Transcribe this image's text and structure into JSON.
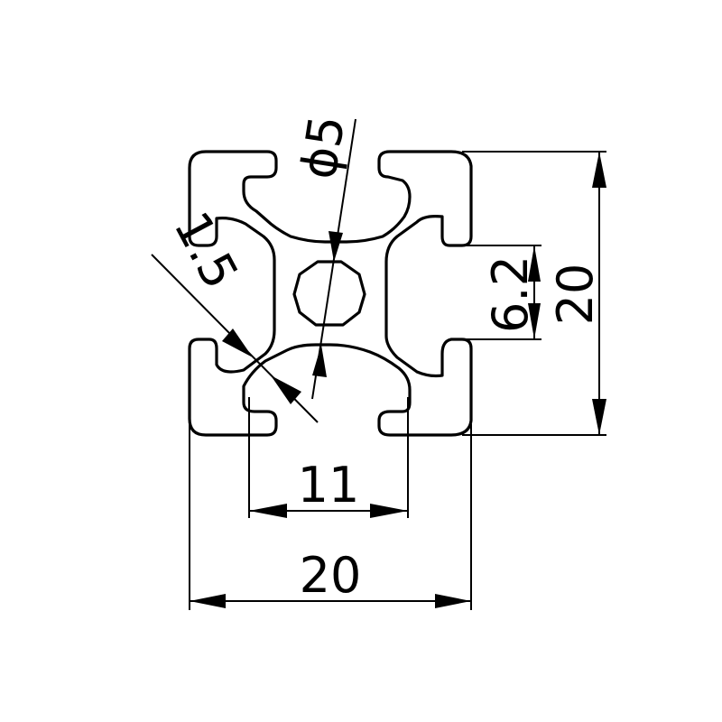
{
  "drawing": {
    "type": "aluminium-profile-cross-section",
    "colors": {
      "line": "#000000",
      "background": "#ffffff"
    }
  },
  "dimensions": {
    "center_bore": "ϕ5",
    "wall": "1.5",
    "slot_width": "6.2",
    "height": "20",
    "slot_opening": "11",
    "width": "20"
  }
}
